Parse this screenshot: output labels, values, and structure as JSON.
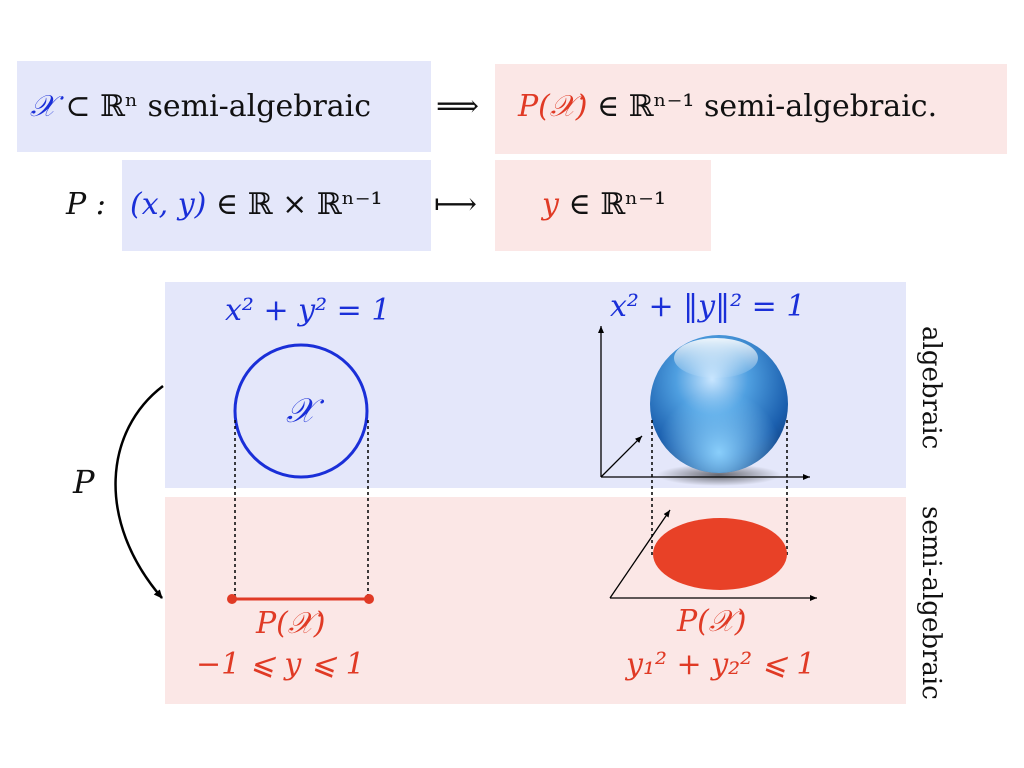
{
  "row1": {
    "left_set": "𝒳",
    "left_rest": " ⊂ ℝⁿ semi-algebraic",
    "implies": "⟹",
    "right_set": "P(𝒳)",
    "right_rest": " ∈ ℝⁿ⁻¹ semi-algebraic."
  },
  "row2": {
    "map_label": "P :",
    "domain_var": "(x, y)",
    "domain_rest": " ∈ ℝ × ℝⁿ⁻¹",
    "mapsto": "⟼",
    "image_var": "y",
    "image_rest": " ∈ ℝⁿ⁻¹"
  },
  "left_example": {
    "equation": "x² + y² = 1",
    "set_label": "𝒳",
    "projection_label": "P(𝒳)",
    "inequality": "−1 ⩽ y ⩽ 1"
  },
  "right_example": {
    "equation": "x² + ‖y‖² = 1",
    "projection_label": "P(𝒳)",
    "inequality": "y₁² + y₂² ⩽ 1"
  },
  "arrow_label": "P",
  "side_labels": {
    "top": "algebraic",
    "bottom": "semi-algebraic"
  },
  "colors": {
    "blue": "#1a2fd8",
    "red": "#e03a25",
    "blue_bg": "#e4e7fa",
    "red_bg": "#fbe7e6"
  }
}
